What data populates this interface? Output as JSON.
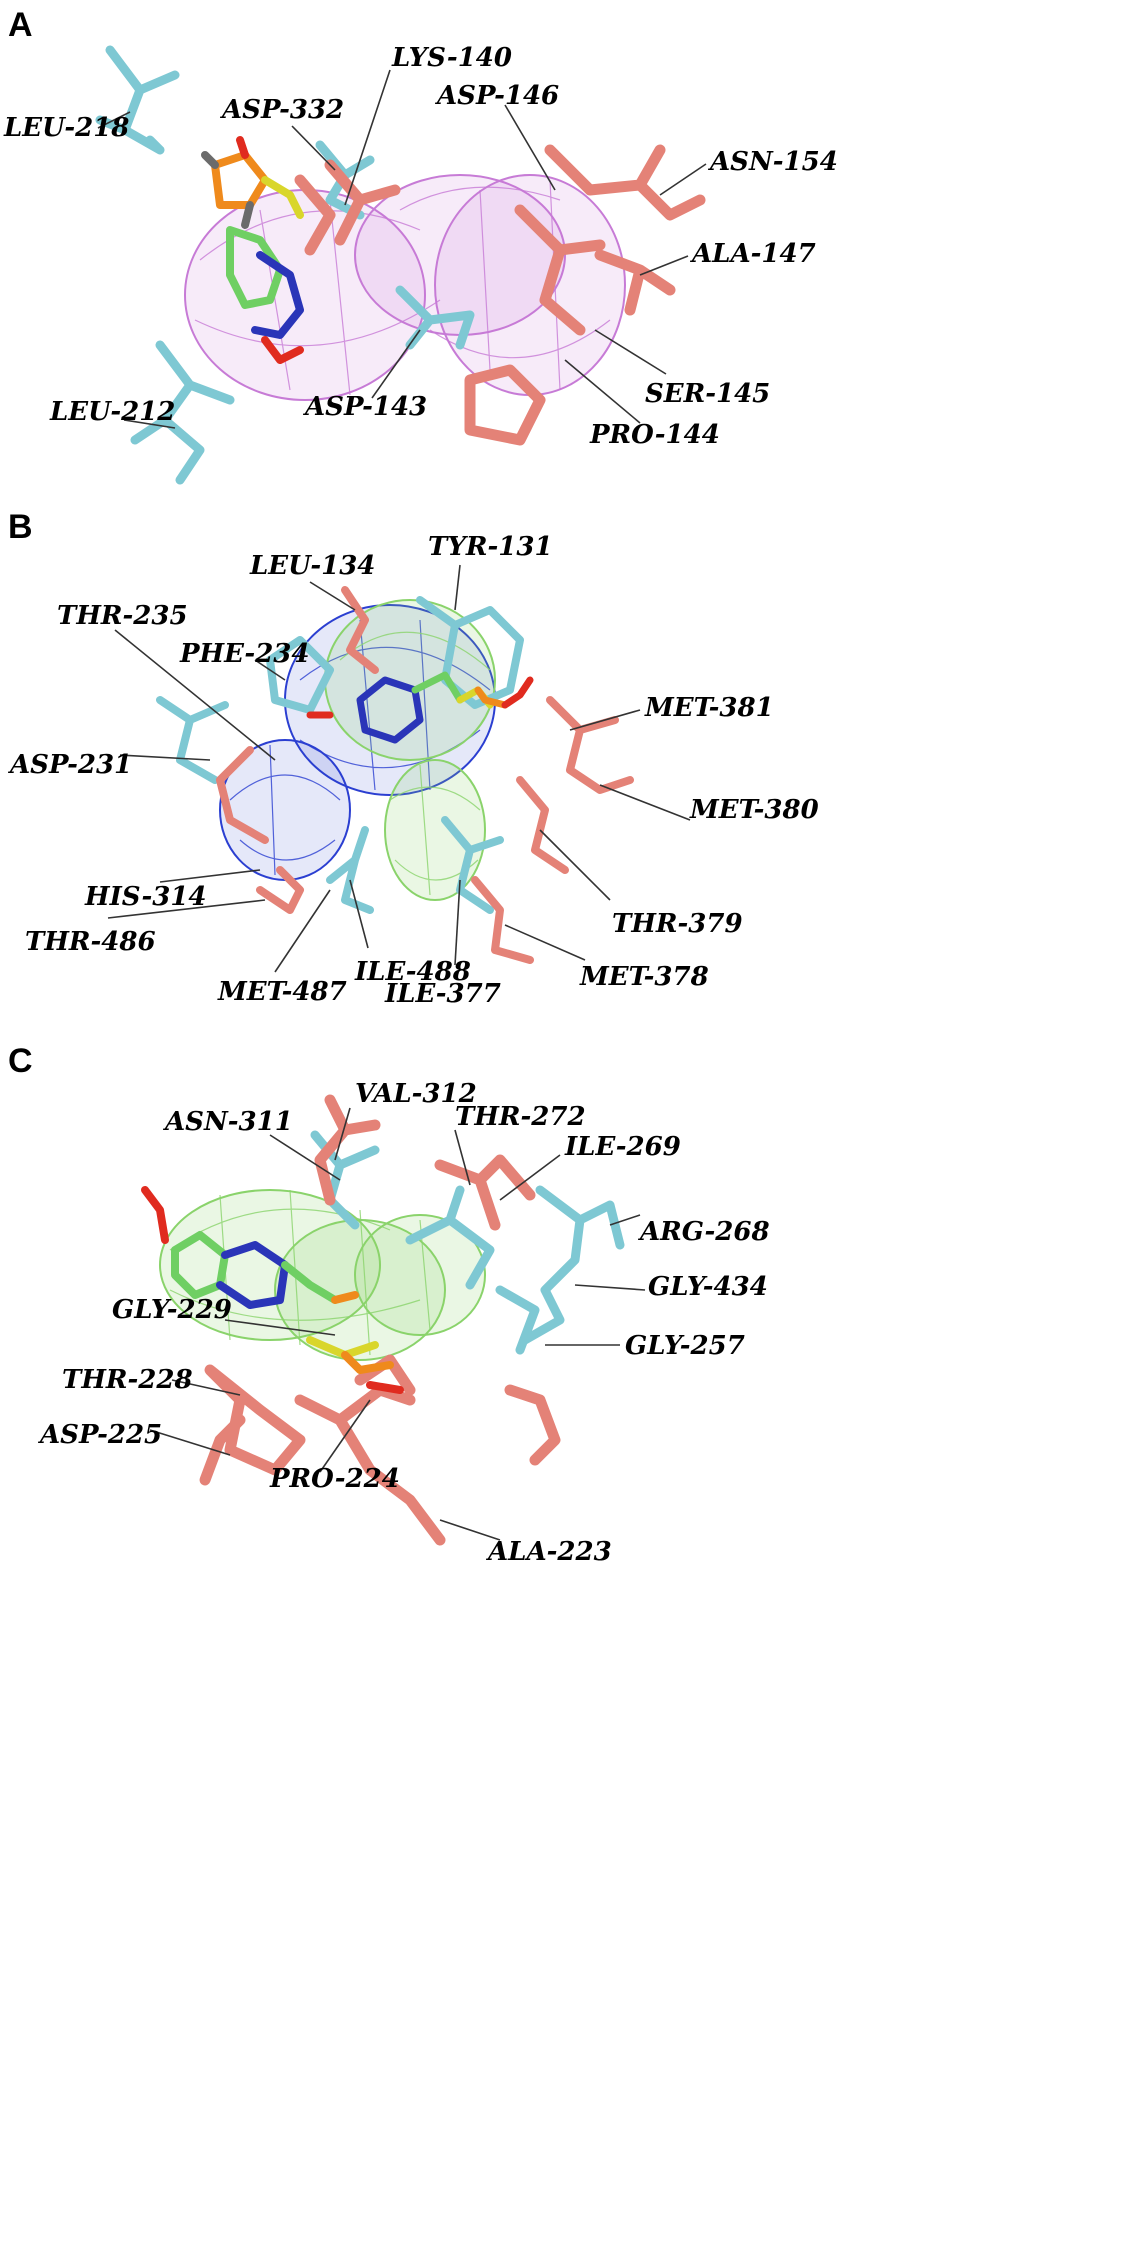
{
  "colors": {
    "residue_cyan": "#7ec8d3",
    "residue_salmon": "#e48277",
    "mesh_magenta": "#c77bd6",
    "mesh_blue": "#2b3fd1",
    "mesh_green": "#8ad36b",
    "ligand_blue": "#2a35b8",
    "ligand_green": "#6fcf63",
    "ligand_red": "#e02b1f",
    "ligand_orange": "#ef8a1c",
    "ligand_yellow": "#d9d62b",
    "ligand_gray": "#6b6b6b"
  },
  "panels": [
    {
      "letter": "A",
      "labels": [
        "LEU-218",
        "ASP-332",
        "LYS-140",
        "ASP-146",
        "ASN-154",
        "ALA-147",
        "SER-145",
        "PRO-144",
        "ASP-143",
        "LEU-212"
      ]
    },
    {
      "letter": "B",
      "labels": [
        "LEU-134",
        "TYR-131",
        "THR-235",
        "PHE-234",
        "MET-381",
        "ASP-231",
        "MET-380",
        "HIS-314",
        "THR-379",
        "THR-486",
        "ILE-488",
        "MET-378",
        "MET-487",
        "ILE-377"
      ]
    },
    {
      "letter": "C",
      "labels": [
        "VAL-312",
        "ASN-311",
        "THR-272",
        "ILE-269",
        "ARG-268",
        "GLY-434",
        "GLY-229",
        "GLY-257",
        "THR-228",
        "ASP-225",
        "PRO-224",
        "ALA-223"
      ]
    }
  ]
}
